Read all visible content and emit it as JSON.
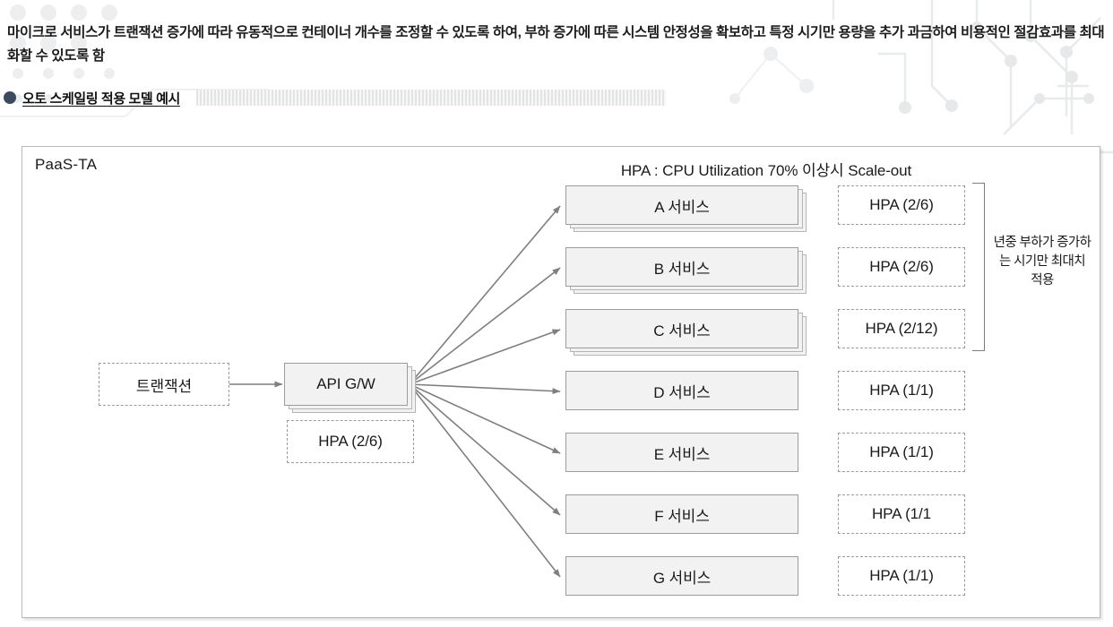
{
  "intro": {
    "paragraph": "마이크로 서비스가 트랜잭션 증가에 따라 유동적으로 컨테이너 개수를 조정할 수 있도록 하여, 부하 증가에 따른 시스템 안정성을 확보하고 특정 시기만 용량을 추가 과금하여 비용적인 절감효과를 최대화할 수 있도록 함"
  },
  "section": {
    "bullet_label": "오토 스케일링 적용 모델 예시"
  },
  "diagram": {
    "platform_label": "PaaS-TA",
    "hpa_policy_title": "HPA : CPU Utilization 70% 이상시 Scale-out",
    "source_node": {
      "label": "트랜잭션",
      "style": "dashed"
    },
    "gateway_node": {
      "label": "API G/W",
      "style": "solid-stacked"
    },
    "gateway_hpa": {
      "label": "HPA (2/6)",
      "style": "dashed"
    },
    "services": [
      {
        "id": "a",
        "label": "A 서비스",
        "stacked": true,
        "hpa": "HPA (2/6)",
        "peak": true
      },
      {
        "id": "b",
        "label": "B 서비스",
        "stacked": true,
        "hpa": "HPA (2/6)",
        "peak": true
      },
      {
        "id": "c",
        "label": "C 서비스",
        "stacked": true,
        "hpa": "HPA (2/12)",
        "peak": true
      },
      {
        "id": "d",
        "label": "D 서비스",
        "stacked": false,
        "hpa": "HPA (1/1)",
        "peak": false
      },
      {
        "id": "e",
        "label": "E 서비스",
        "stacked": false,
        "hpa": "HPA (1/1)",
        "peak": false
      },
      {
        "id": "f",
        "label": "F 서비스",
        "stacked": false,
        "hpa": "HPA (1/1",
        "peak": false
      },
      {
        "id": "g",
        "label": "G 서비스",
        "stacked": false,
        "hpa": "HPA (1/1)",
        "peak": false
      }
    ],
    "peak_note": "년중 부하가 증가하는 시기만 최대치 적용"
  },
  "colors": {
    "bullet": "#3c4a5e",
    "box_fill": "#f2f2f2",
    "box_border": "#9c9c9c",
    "dashed_border": "#9a9a9a",
    "arrow": "#7f7f7f",
    "frame_border": "#b9b9b9",
    "text": "#1a1a1a"
  }
}
